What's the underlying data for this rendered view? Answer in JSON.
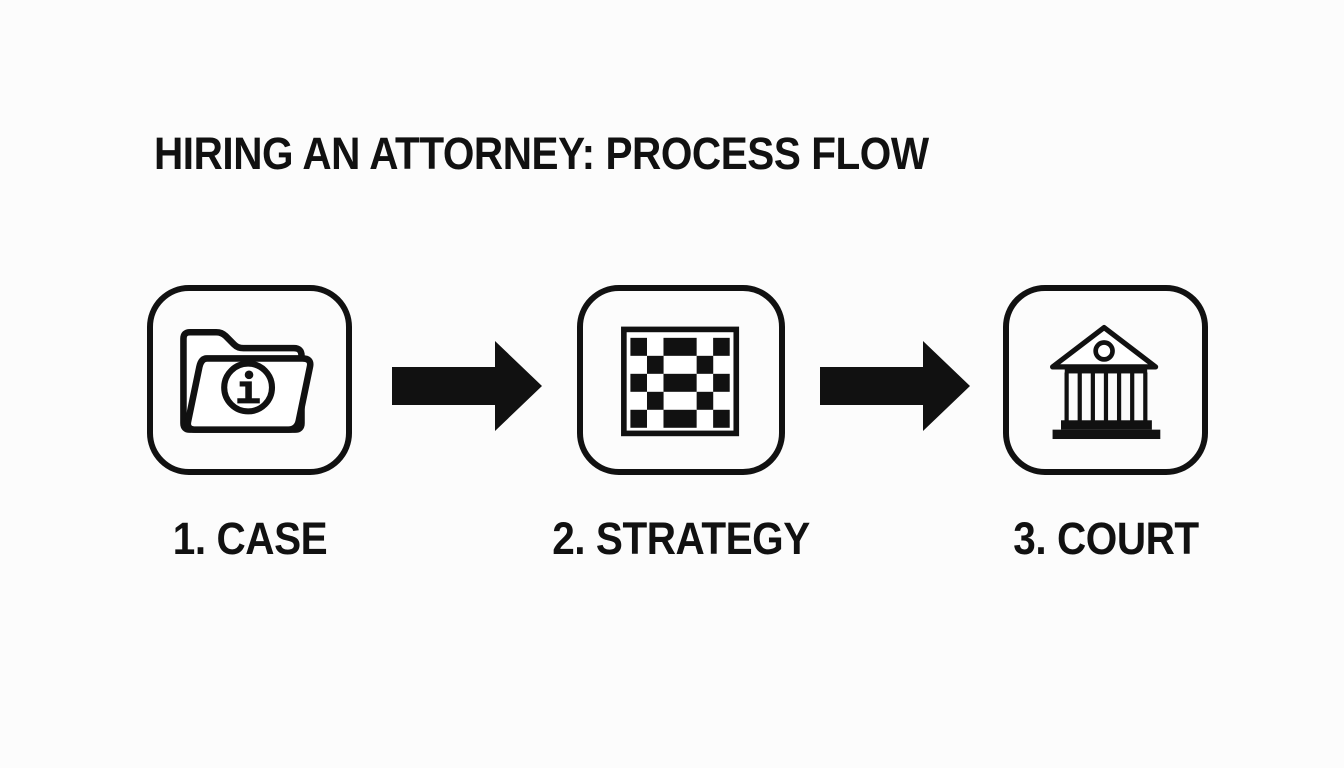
{
  "title": "HIRING AN ATTORNEY: PROCESS FLOW",
  "colors": {
    "ink": "#111111",
    "background": "#fcfcfc"
  },
  "steps": [
    {
      "label": "1. CASE",
      "icon": "folder-info-icon"
    },
    {
      "label": "2. STRATEGY",
      "icon": "checkerboard-icon"
    },
    {
      "label": "3. COURT",
      "icon": "courthouse-icon"
    }
  ],
  "arrows": [
    {
      "icon": "arrow-right-icon"
    },
    {
      "icon": "arrow-right-icon"
    }
  ]
}
